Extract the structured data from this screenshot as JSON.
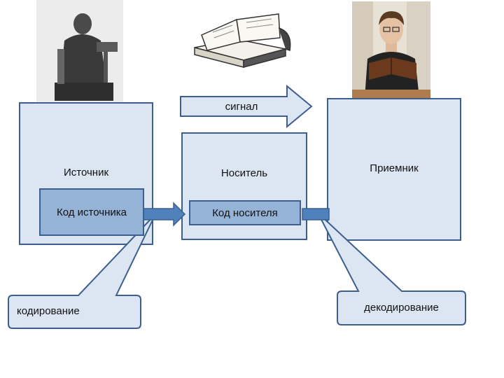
{
  "diagram": {
    "signal_label": "сигнал",
    "source": {
      "title": "Источник",
      "code": "Код источника"
    },
    "carrier": {
      "title": "Носитель",
      "code": "Код носителя"
    },
    "receiver": {
      "title": "Приемник"
    },
    "callouts": {
      "encoding": "кодирование",
      "decoding": "декодирование"
    },
    "pictures": {
      "source": "monk-scribe-statue",
      "carrier": "stack-of-books",
      "receiver": "man-reading-book"
    }
  },
  "colors": {
    "box_fill": "#dce6f2",
    "box_border": "#3d5f8f",
    "inner_fill": "#95b3d7",
    "arrow_fill": "#4f81bd",
    "signal_arrow_fill": "#dce6f2"
  }
}
